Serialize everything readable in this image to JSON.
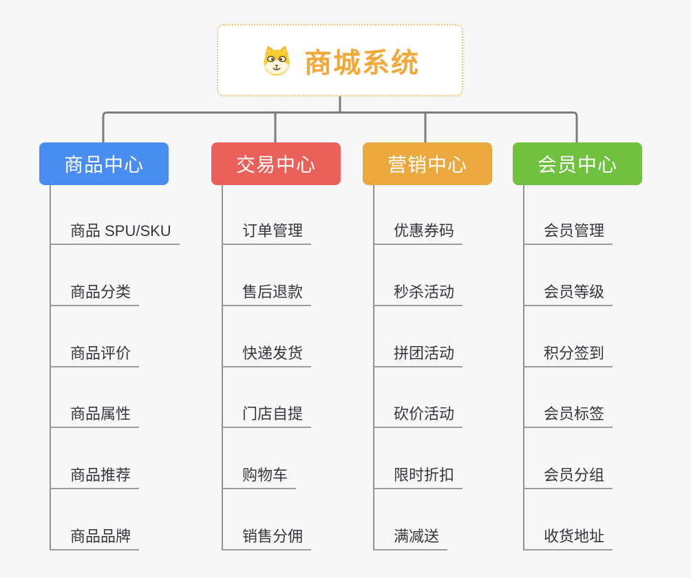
{
  "page": {
    "background_color": "#f7f7f7"
  },
  "root": {
    "title": "商城系统",
    "icon": "shiba-dog-icon",
    "accent_color": "#f2a93c",
    "border_color": "#f6c56e"
  },
  "connectors": {
    "color": "#7d7d7d",
    "underline_color": "#9a9a9a"
  },
  "branches": [
    {
      "label": "商品中心",
      "color": "#4a8df0",
      "children": [
        "商品 SPU/SKU",
        "商品分类",
        "商品评价",
        "商品属性",
        "商品推荐",
        "商品品牌"
      ]
    },
    {
      "label": "交易中心",
      "color": "#e9615a",
      "children": [
        "订单管理",
        "售后退款",
        "快递发货",
        "门店自提",
        "购物车",
        "销售分佣"
      ]
    },
    {
      "label": "营销中心",
      "color": "#eaa83e",
      "children": [
        "优惠券码",
        "秒杀活动",
        "拼团活动",
        "砍价活动",
        "限时折扣",
        "满减送"
      ]
    },
    {
      "label": "会员中心",
      "color": "#6fc13f",
      "children": [
        "会员管理",
        "会员等级",
        "积分签到",
        "会员标签",
        "会员分组",
        "收货地址"
      ]
    }
  ]
}
